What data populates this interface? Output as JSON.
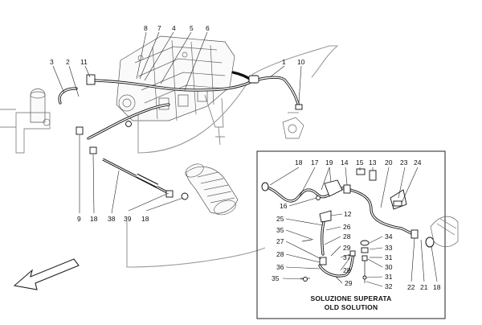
{
  "inset": {
    "title_it": "SOLUZIONE SUPERATA",
    "title_en": "OLD SOLUTION"
  },
  "labels": [
    {
      "id": "l8",
      "text": "8"
    },
    {
      "id": "l7",
      "text": "7"
    },
    {
      "id": "l4",
      "text": "4"
    },
    {
      "id": "l5",
      "text": "5"
    },
    {
      "id": "l6",
      "text": "6"
    },
    {
      "id": "l3",
      "text": "3"
    },
    {
      "id": "l2",
      "text": "2"
    },
    {
      "id": "l11",
      "text": "11"
    },
    {
      "id": "l1",
      "text": "1"
    },
    {
      "id": "l10",
      "text": "10"
    },
    {
      "id": "l9",
      "text": "9"
    },
    {
      "id": "l18a",
      "text": "18"
    },
    {
      "id": "l38",
      "text": "38"
    },
    {
      "id": "l39",
      "text": "39"
    },
    {
      "id": "l18b",
      "text": "18"
    },
    {
      "id": "i18",
      "text": "18"
    },
    {
      "id": "i17",
      "text": "17"
    },
    {
      "id": "i19",
      "text": "19"
    },
    {
      "id": "i14",
      "text": "14"
    },
    {
      "id": "i15",
      "text": "15"
    },
    {
      "id": "i13",
      "text": "13"
    },
    {
      "id": "i20",
      "text": "20"
    },
    {
      "id": "i23",
      "text": "23"
    },
    {
      "id": "i24",
      "text": "24"
    },
    {
      "id": "i16",
      "text": "16"
    },
    {
      "id": "i12",
      "text": "12"
    },
    {
      "id": "i25",
      "text": "25"
    },
    {
      "id": "i26",
      "text": "26"
    },
    {
      "id": "i35a",
      "text": "35"
    },
    {
      "id": "i28a",
      "text": "28"
    },
    {
      "id": "i27",
      "text": "27"
    },
    {
      "id": "i29a",
      "text": "29"
    },
    {
      "id": "i34",
      "text": "34"
    },
    {
      "id": "i33",
      "text": "33"
    },
    {
      "id": "i28b",
      "text": "28"
    },
    {
      "id": "i31a",
      "text": "31"
    },
    {
      "id": "i30",
      "text": "30"
    },
    {
      "id": "i36",
      "text": "36"
    },
    {
      "id": "i37",
      "text": "37"
    },
    {
      "id": "i28c",
      "text": "28"
    },
    {
      "id": "i35b",
      "text": "35"
    },
    {
      "id": "i29b",
      "text": "29"
    },
    {
      "id": "i31b",
      "text": "31"
    },
    {
      "id": "i32",
      "text": "32"
    },
    {
      "id": "i22",
      "text": "22"
    },
    {
      "id": "i21",
      "text": "21"
    },
    {
      "id": "i18c",
      "text": "18"
    }
  ]
}
